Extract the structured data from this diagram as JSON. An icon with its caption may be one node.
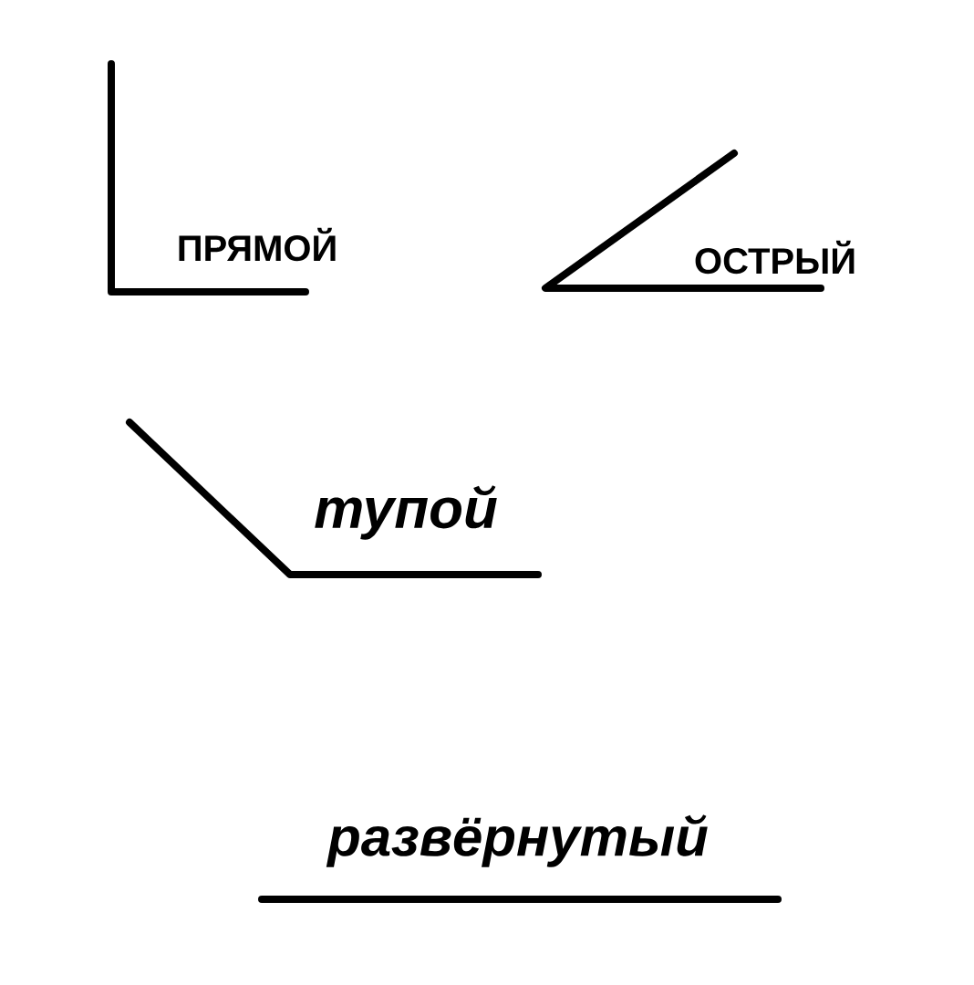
{
  "diagram": {
    "labels": [
      "ПРЯМОЙ",
      "ОСТРЫЙ",
      "тупой",
      "развёрнутый"
    ]
  }
}
